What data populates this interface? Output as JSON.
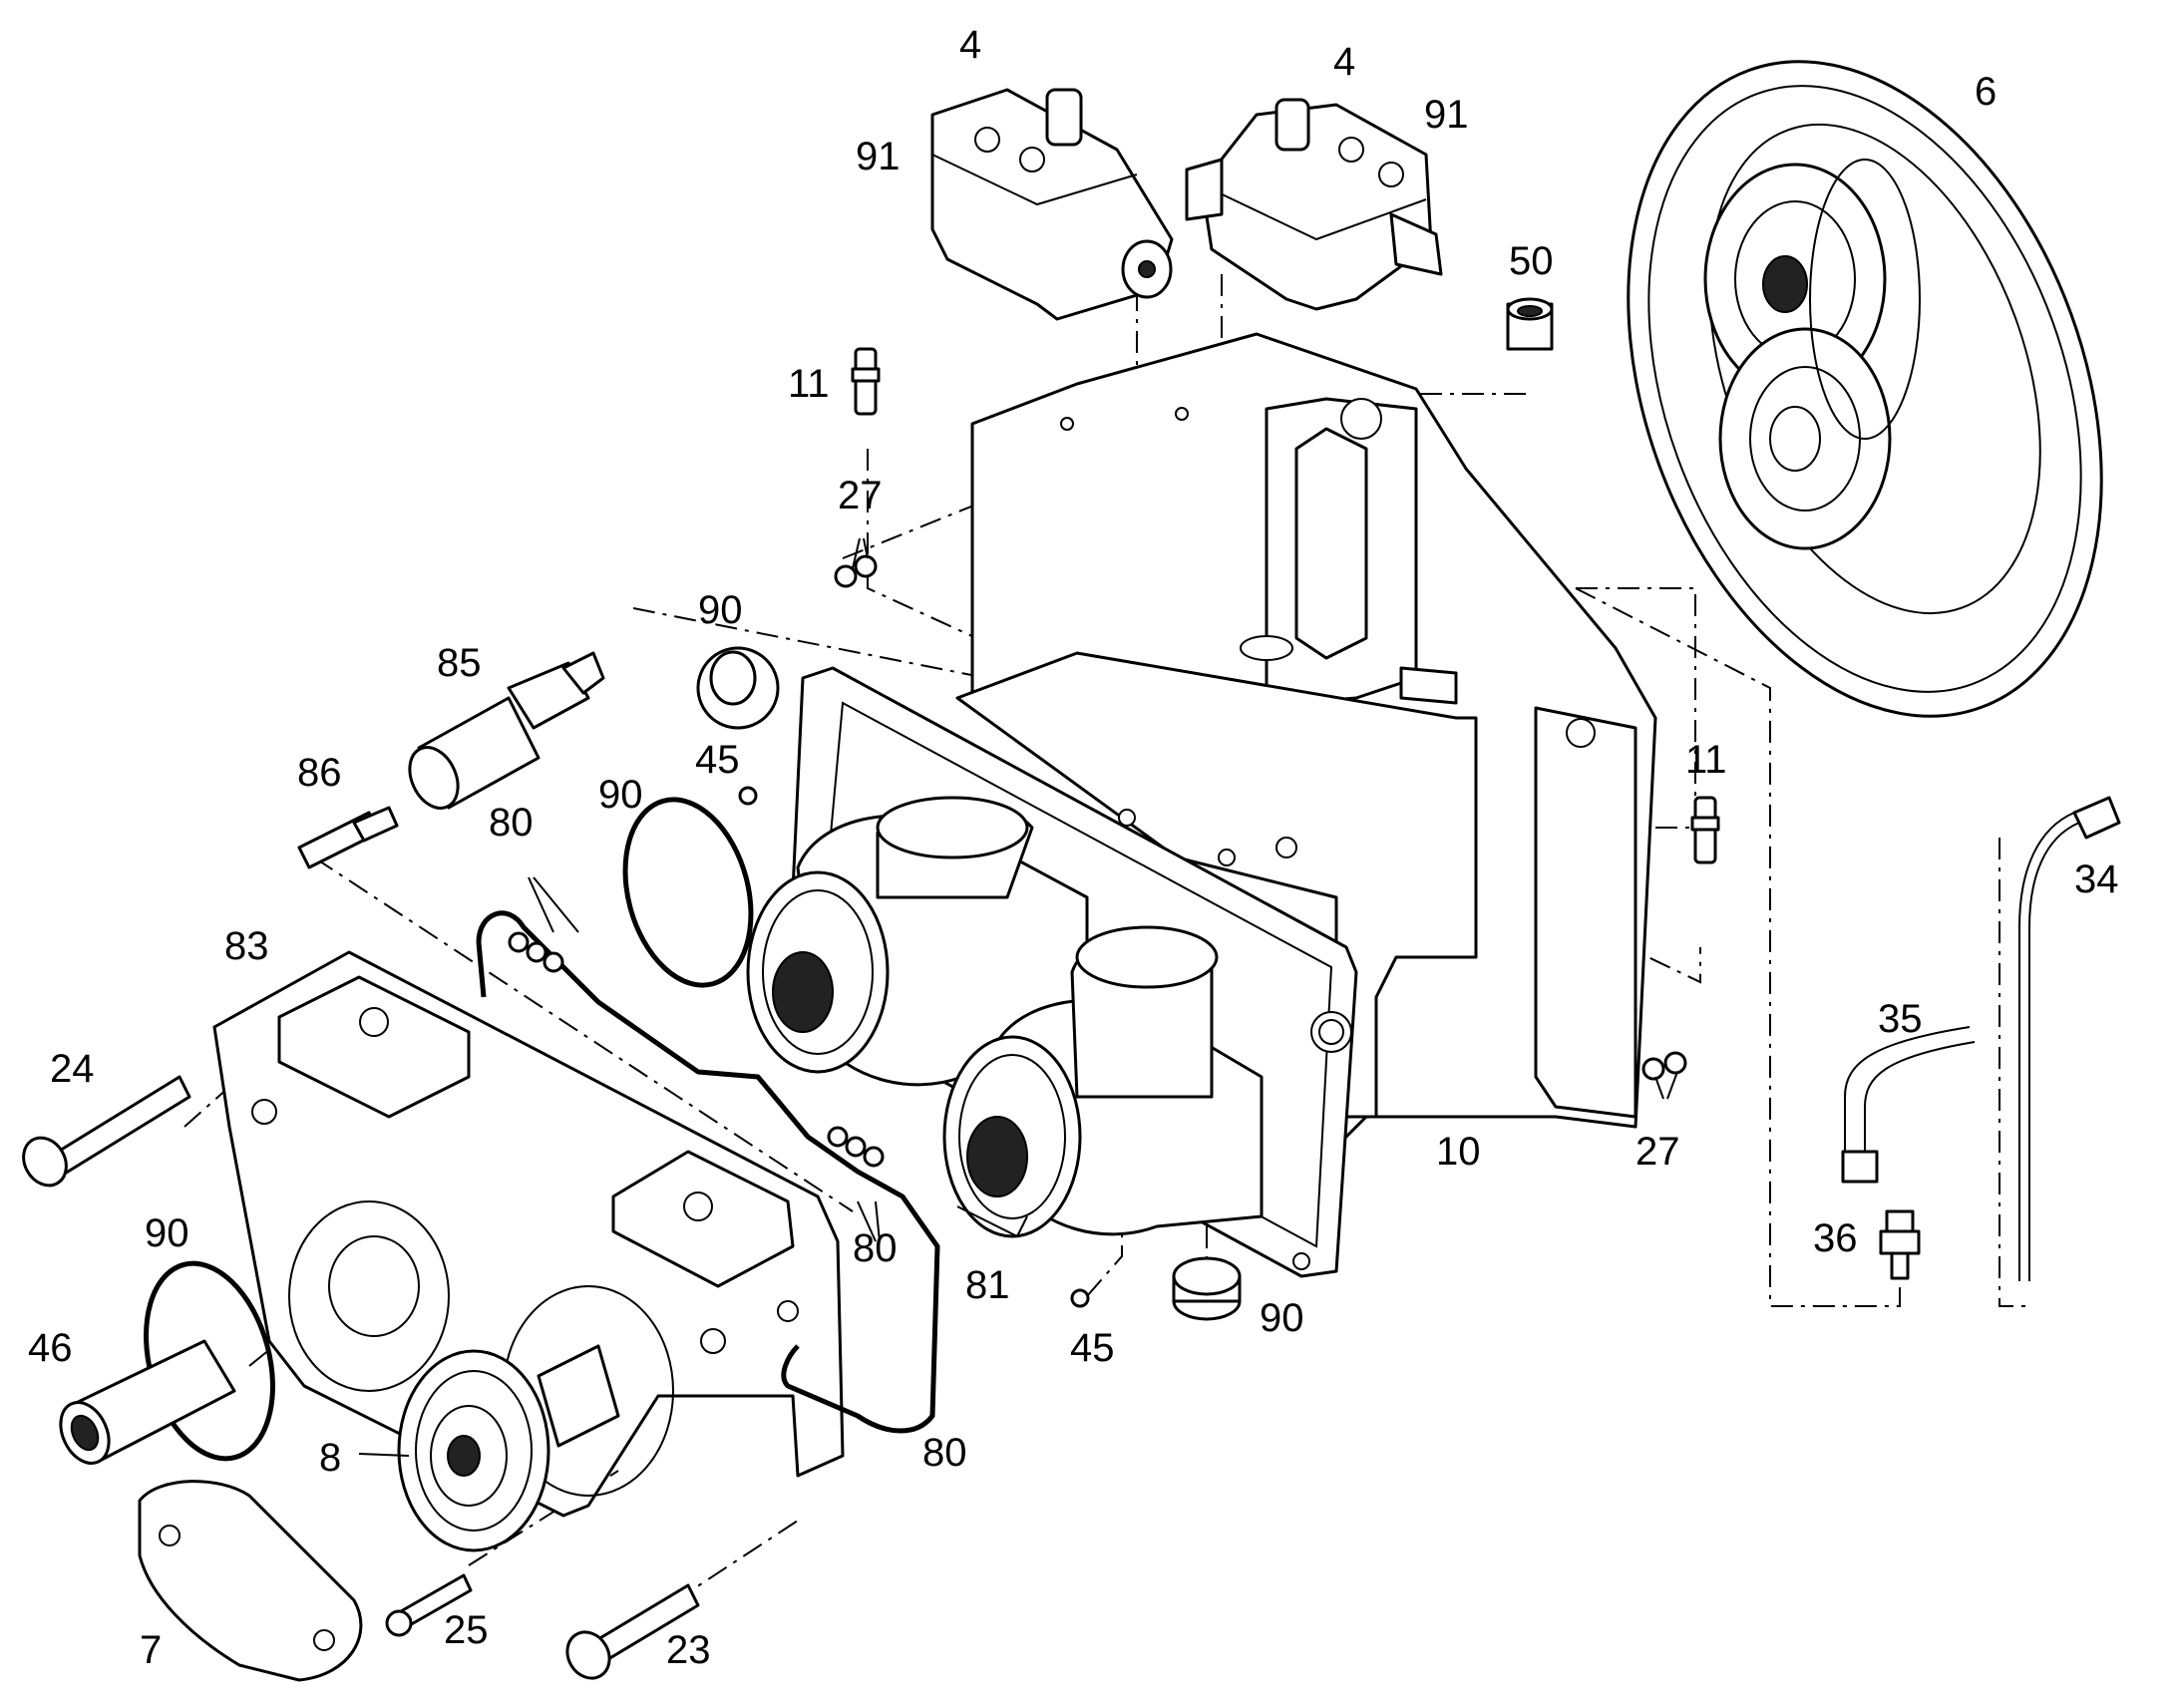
{
  "callouts": {
    "c4a": "4",
    "c4b": "4",
    "c91a": "91",
    "c91b": "91",
    "c6": "6",
    "c50": "50",
    "c11a": "11",
    "c11b": "11",
    "c27a": "27",
    "c27b": "27",
    "c90a": "90",
    "c90b": "90",
    "c90c": "90",
    "c90d": "90",
    "c85": "85",
    "c86": "86",
    "c45a": "45",
    "c45b": "45",
    "c80a": "80",
    "c80b": "80",
    "c80c": "80",
    "c83": "83",
    "c24": "24",
    "c46": "46",
    "c8": "8",
    "c7": "7",
    "c25": "25",
    "c23": "23",
    "c81": "81",
    "c10": "10",
    "c34": "34",
    "c35": "35",
    "c36": "36"
  }
}
